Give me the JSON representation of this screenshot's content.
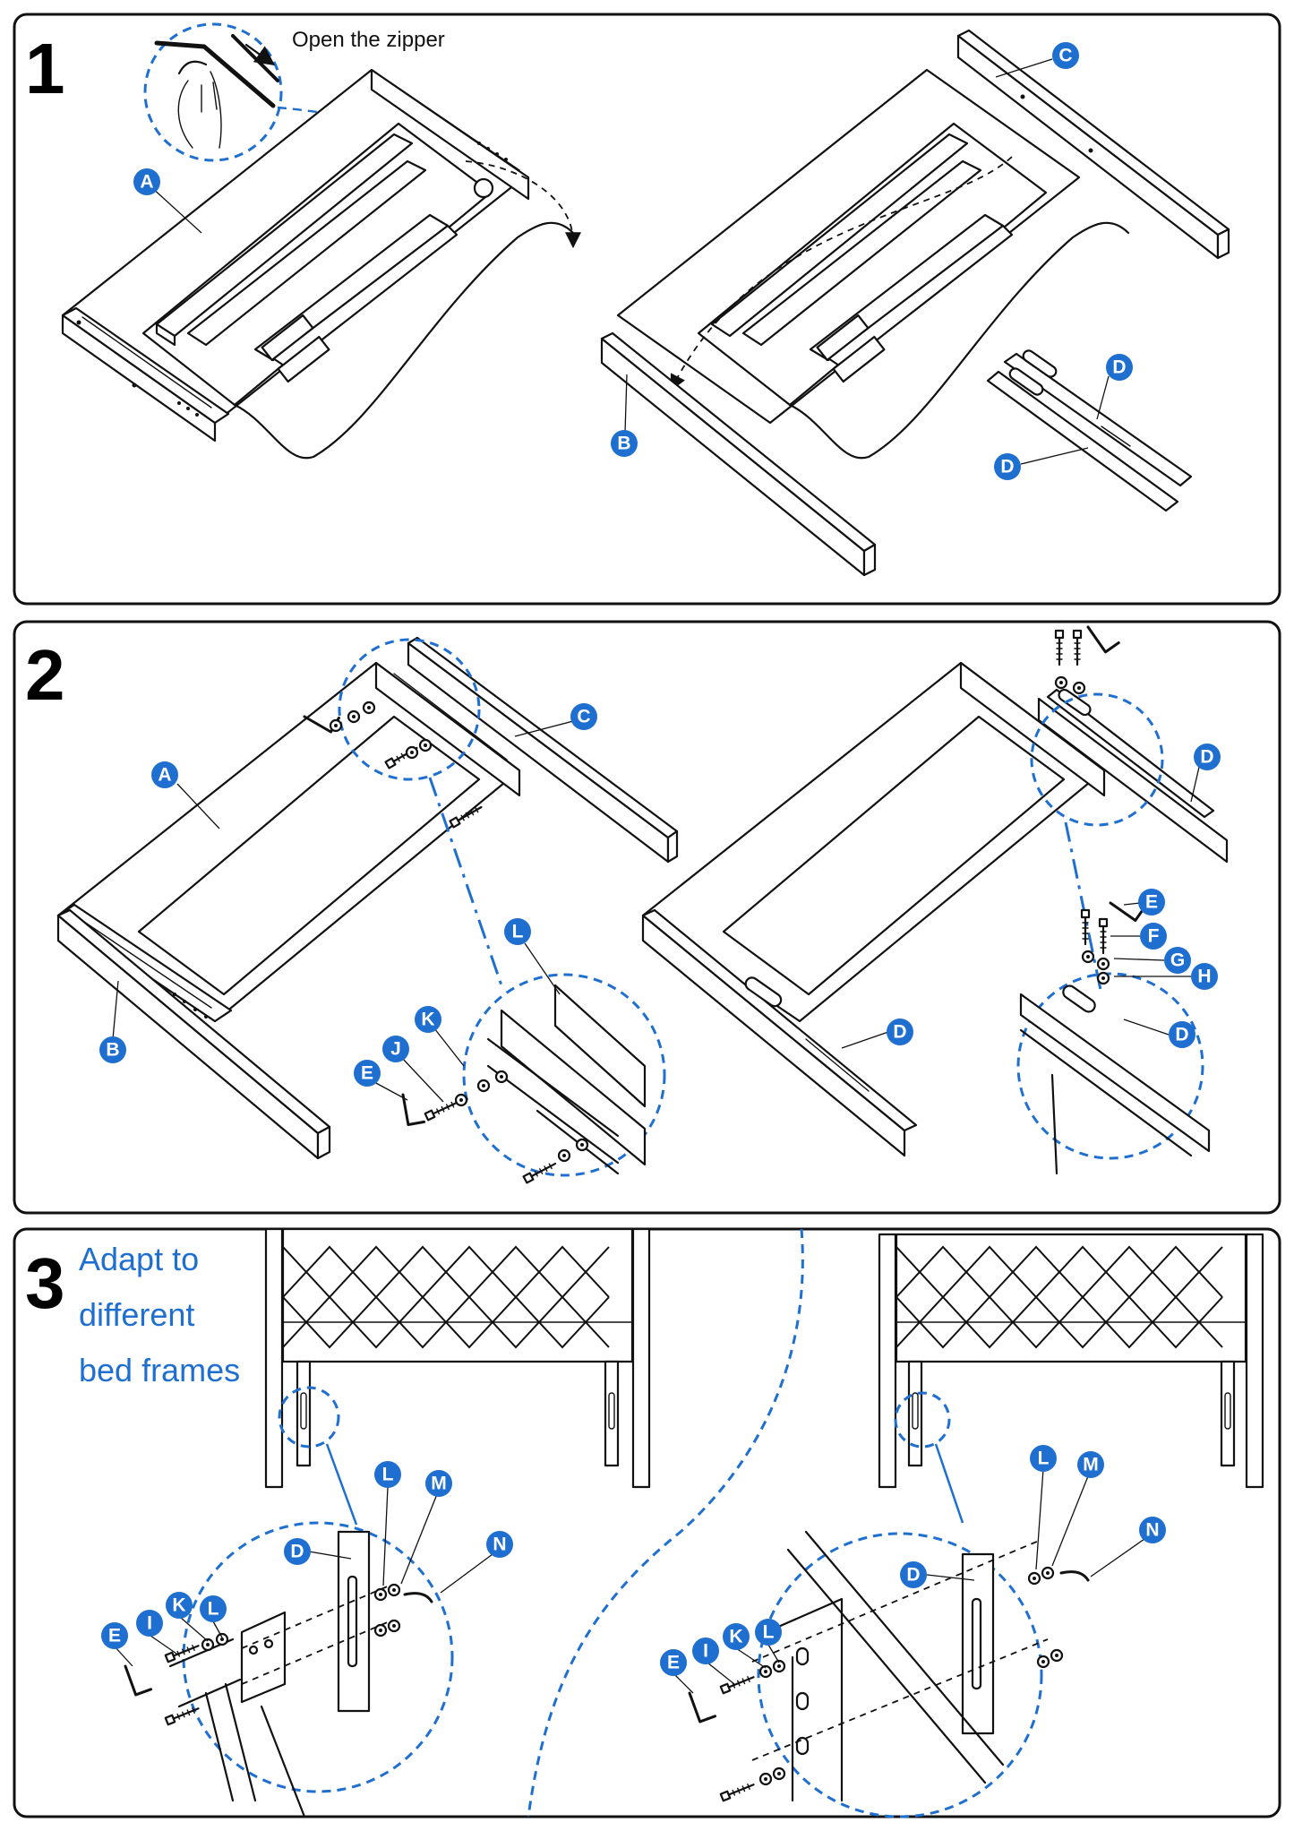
{
  "accent_color": "#1f6fd1",
  "steps": [
    {
      "number": "1",
      "caption": "Open the zipper"
    },
    {
      "number": "2"
    },
    {
      "number": "3",
      "caption_lines": [
        "Adapt to",
        "different",
        "bed frames"
      ]
    }
  ],
  "part_labels": {
    "A": "A",
    "B": "B",
    "C": "C",
    "D": "D",
    "E": "E",
    "F": "F",
    "G": "G",
    "H": "H",
    "I": "I",
    "J": "J",
    "K": "K",
    "L": "L",
    "M": "M",
    "N": "N"
  },
  "icons": [
    "hand-zipper-icon",
    "allen-key-icon",
    "bolt-icon",
    "washer-icon",
    "nut-icon",
    "bracket-icon"
  ]
}
